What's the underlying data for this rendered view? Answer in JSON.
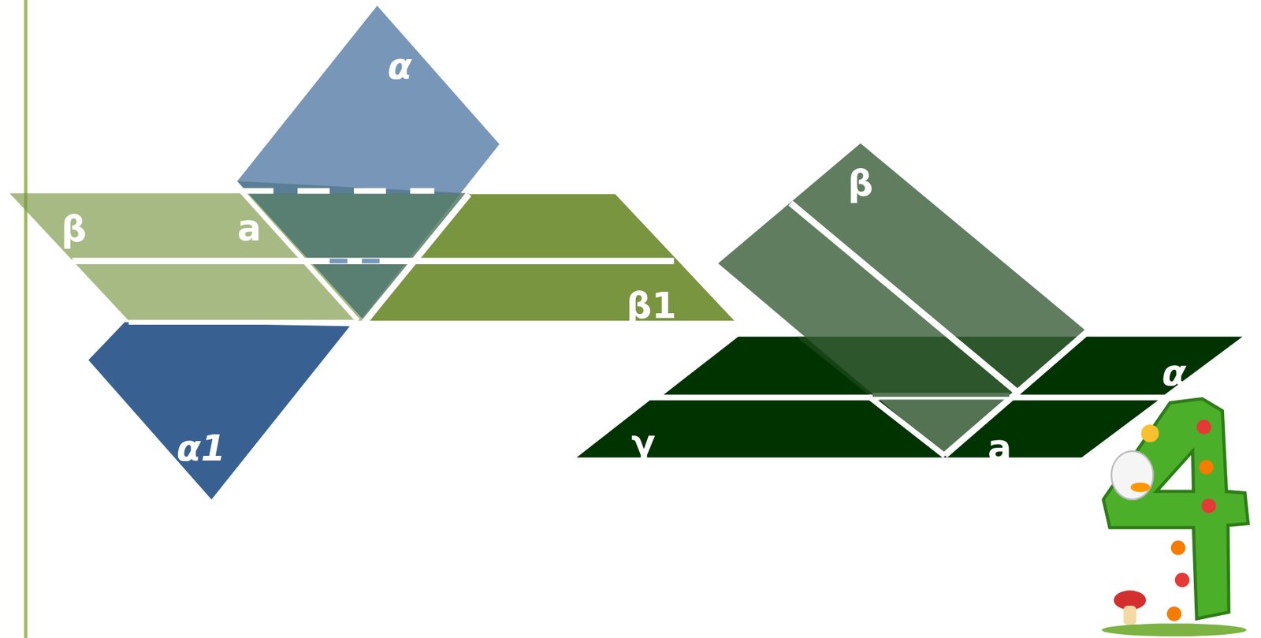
{
  "diagram": {
    "labels": [
      "α",
      "β",
      "a",
      "β1",
      "α1",
      "β",
      "α",
      "γ",
      "a"
    ]
  }
}
